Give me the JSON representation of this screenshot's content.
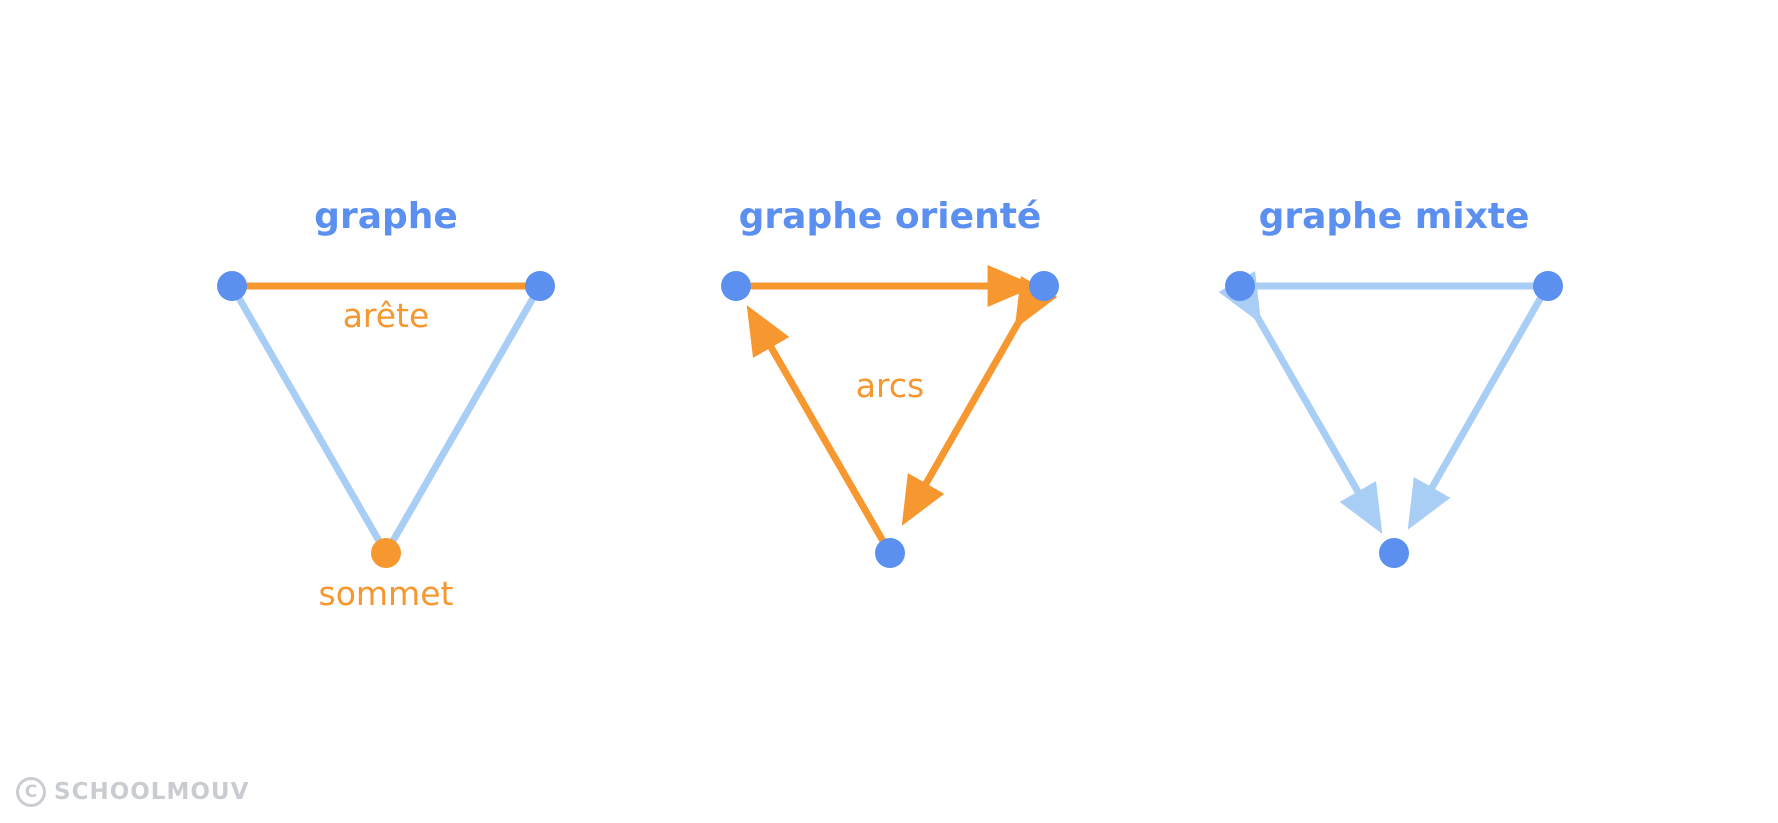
{
  "colors": {
    "vertex": "#5b8ff0",
    "highlight": "#f7972f",
    "edge_light": "#a8cef5",
    "watermark": "#c4c7cc"
  },
  "panels": [
    {
      "title": "graphe",
      "edge_label": "arête",
      "vertex_label": "sommet"
    },
    {
      "title": "graphe orienté",
      "edge_label": "arcs"
    },
    {
      "title": "graphe mixte"
    }
  ],
  "watermark": {
    "icon": "copyright-icon",
    "brand": "SCHOOLMOUV"
  }
}
